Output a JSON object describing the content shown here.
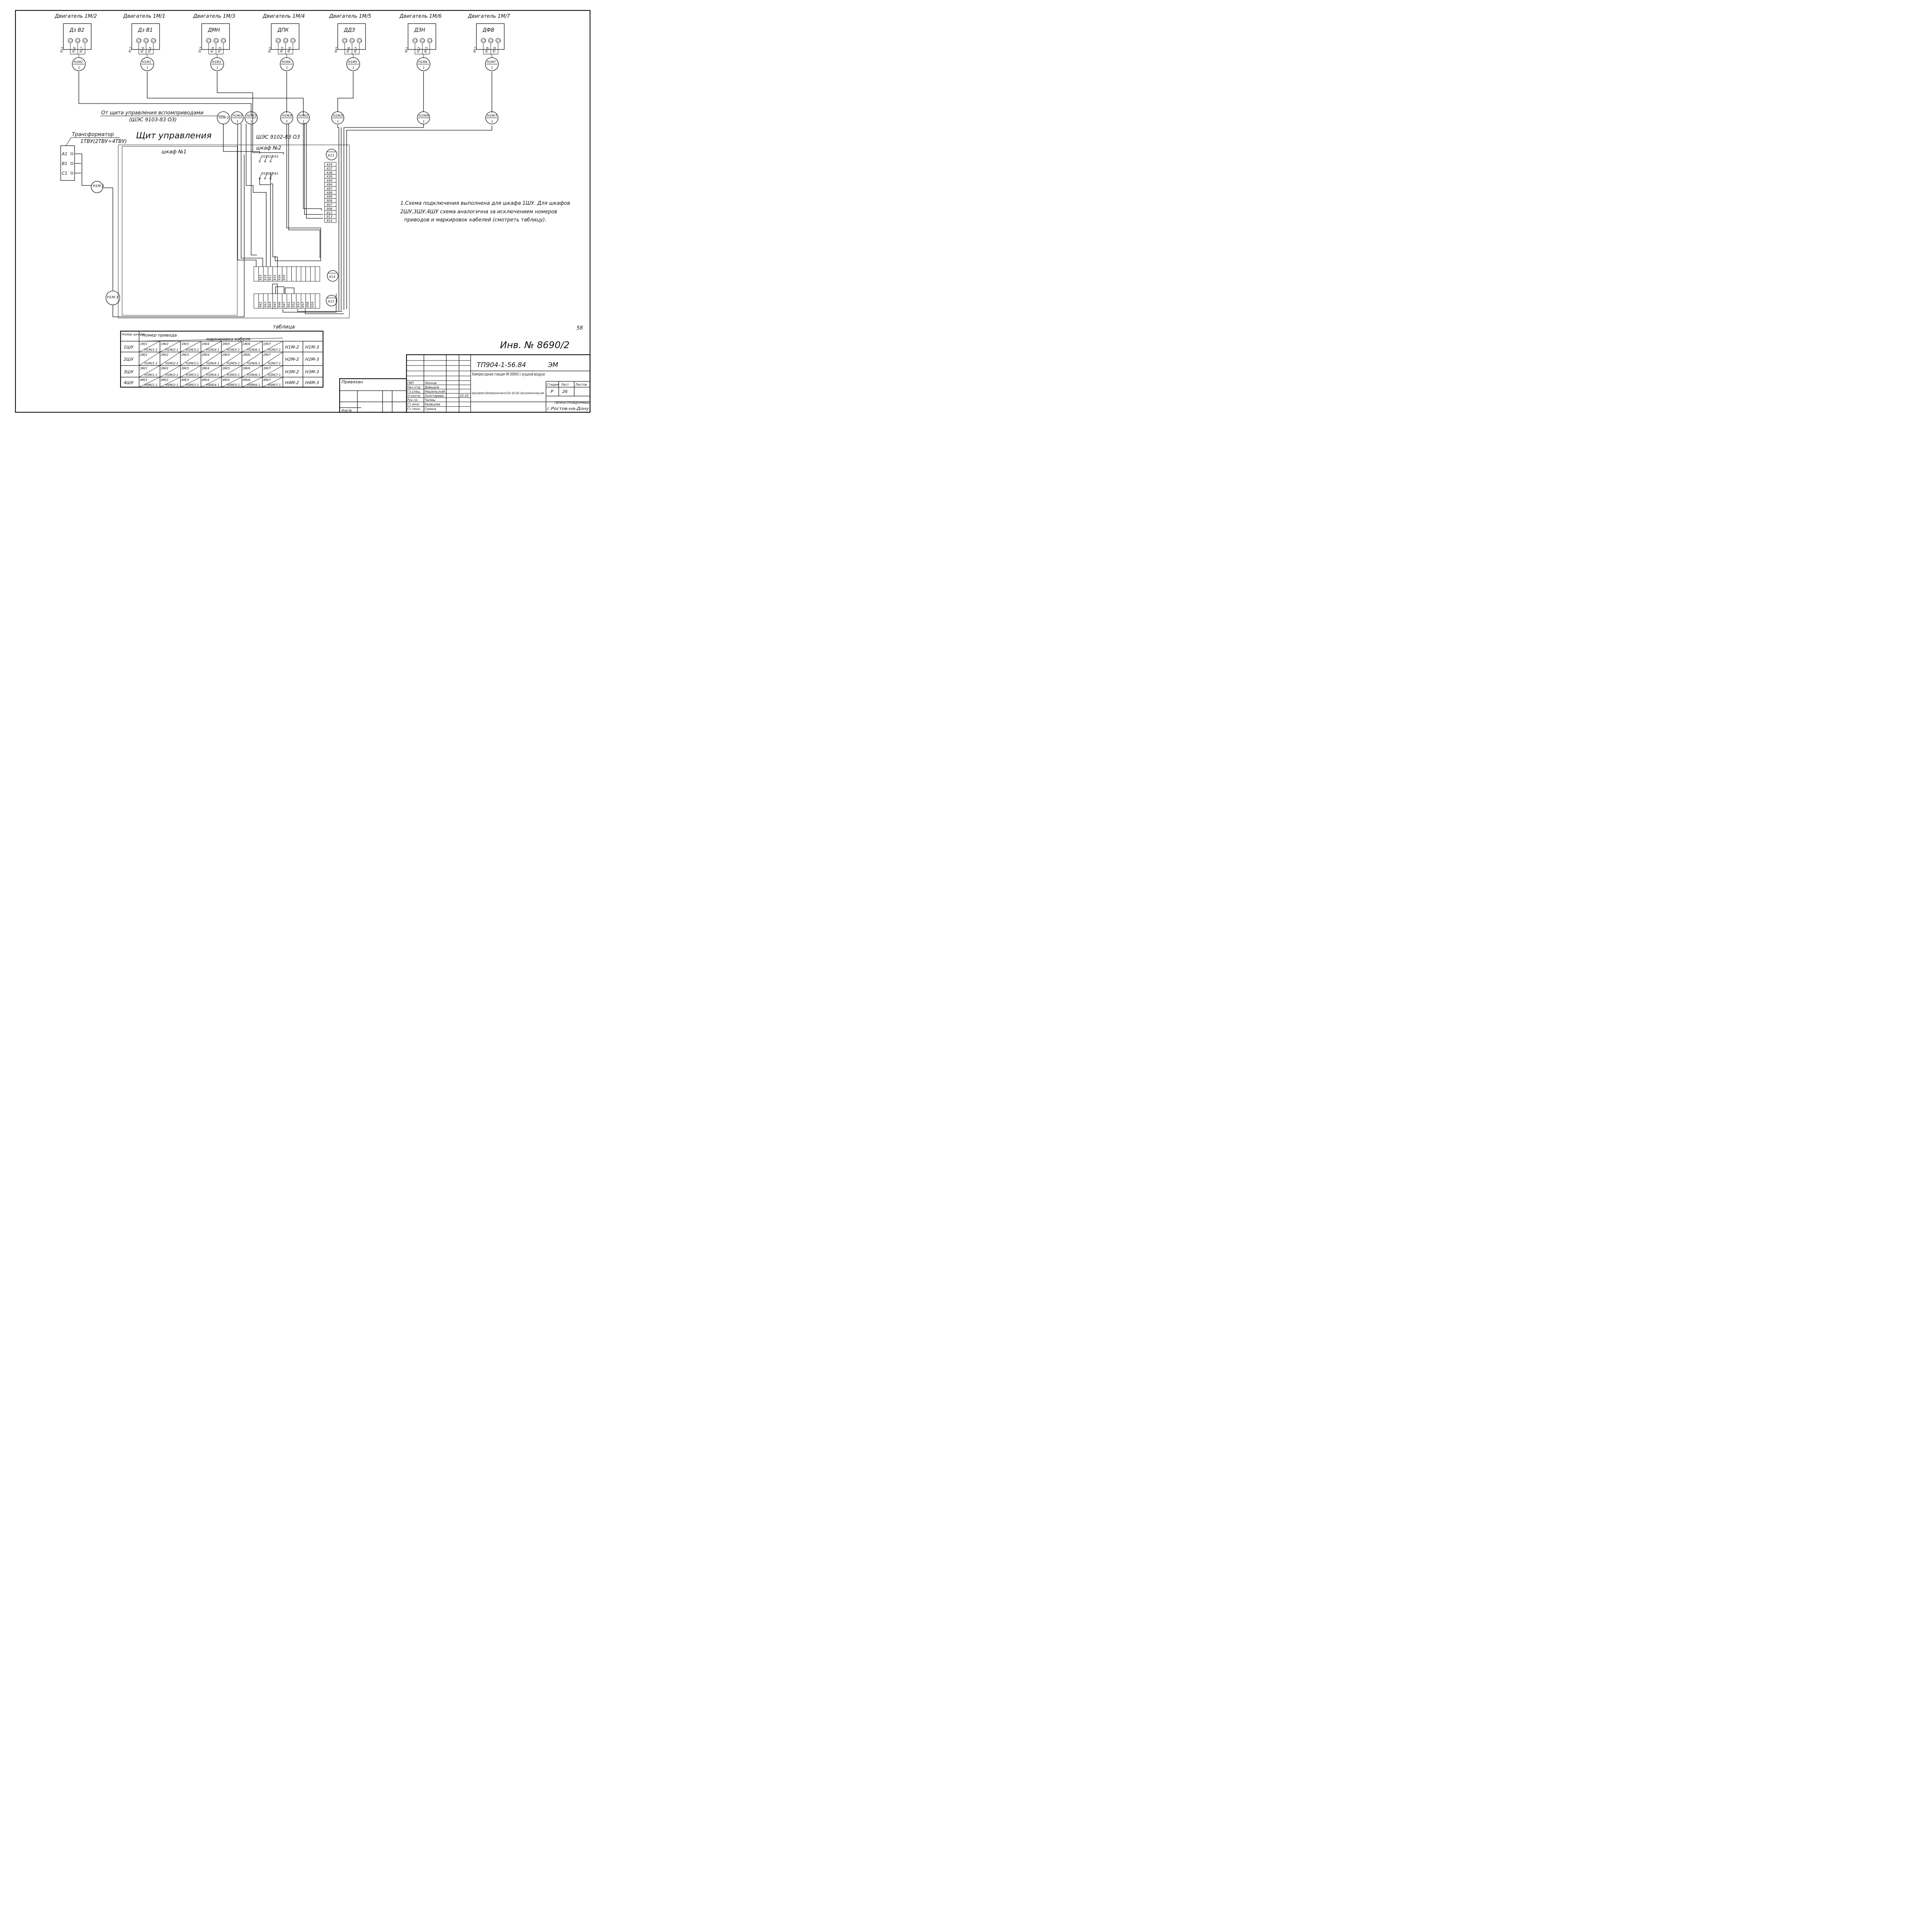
{
  "motors": [
    {
      "title": "Двигатель 1М/2",
      "name": "Дз В2",
      "wires": [
        "915",
        "916",
        "917"
      ],
      "cable": "Н1М2 / 1"
    },
    {
      "title": "Двигатель 1М/1",
      "name": "Дз В1",
      "wires": [
        "912",
        "914",
        "914"
      ],
      "cable": "Н1М1 / 1"
    },
    {
      "title": "Двигатель 1М/3",
      "name": "ДМН",
      "wires": [
        "933",
        "934",
        "935"
      ],
      "cable": "Н1М3 / 1"
    },
    {
      "title": "Двигатель 1М/4",
      "name": "ДПК",
      "wires": [
        "942",
        "943",
        "944"
      ],
      "cable": "Н1М4 / 1"
    },
    {
      "title": "Двигатель 1М/5",
      "name": "ДДЗ",
      "wires": [
        "945",
        "946",
        "947"
      ],
      "cable": "Н1М5 / 1"
    },
    {
      "title": "Двигатель 1М/6",
      "name": "ДЗН",
      "wires": [
        "951",
        "952",
        "953"
      ],
      "cable": "Н1М6 / 1"
    },
    {
      "title": "Двигатель 1М/7",
      "name": "ДФВ",
      "wires": [
        "957",
        "958",
        "959"
      ],
      "cable": "Н1М7 / 1"
    }
  ],
  "terminal_symbols": [
    "С1",
    "С2",
    "С3"
  ],
  "incoming": {
    "label": "От щита управления вспомприводами",
    "sublabel": "(ШЭС 9103-83 ОЗ)",
    "cables": [
      "Н1М-2",
      "Н1М/2 / 1",
      "Н1М/3 / 1",
      "Н1М/4 / 1",
      "Н1М/1 / 1",
      "Н1М/5 / 1",
      "Н1М/6 / 1",
      "Н1М/7 / 1"
    ]
  },
  "transformer": {
    "label": "Трансформатор",
    "sublabel": "1ТВУ(2ТВУ÷4ТВУ)",
    "phases": [
      "А1",
      "В1",
      "С1"
    ],
    "cable": "Н1М-3"
  },
  "panel": {
    "title": "Щит управления",
    "code": "ШЭС 9102-83 ОЗ",
    "cabinet1": "шкаф №1",
    "cabinet2": "шкаф №2",
    "relays": [
      "К13",
      "К14",
      "К15"
    ],
    "contacts_top": [
      "П31",
      "П32",
      "П33"
    ],
    "contacts_bottom": [
      "П41",
      "П42",
      "П43"
    ],
    "terminals_right": [
      "434",
      "437",
      "438",
      "439",
      "440",
      "494",
      "497",
      "498",
      "499",
      "906",
      "907",
      "906",
      "912",
      "913",
      "914"
    ],
    "terminals_row1": [
      "915",
      "916",
      "911",
      "933",
      "934",
      "935"
    ],
    "terminals_row2": [
      "942",
      "943",
      "944",
      "945",
      "946",
      "947",
      "951",
      "952",
      "953",
      "957",
      "958",
      "959"
    ],
    "cable_bottom": "Н1М-3"
  },
  "note": [
    "1.Схема подключения выполнена для шкафа 1ШУ. Для шкафов",
    "2ШУ,3ШУ,4ШУ схема аналогична за исключением номеров",
    "приводов и маркировок кабелей (смотреть таблицу)."
  ],
  "table": {
    "caption": "таблица",
    "head_col": "Номер шкафа",
    "head_drive": "Номер привода",
    "head_cable": "маркировка кабеля",
    "rows": [
      {
        "cab": "1ШУ",
        "cells": [
          [
            "1М/1",
            "Н1М/1-1"
          ],
          [
            "1М/2",
            "Н1М/2-1"
          ],
          [
            "1М/3",
            "Н1М/3-1"
          ],
          [
            "1М/4",
            "Н1М/4-1"
          ],
          [
            "1М/5",
            "Н1М/5-1"
          ],
          [
            "1М/6",
            "Н1М/6-1"
          ],
          [
            "1М/7",
            "Н1М/7-1"
          ]
        ],
        "c1": "Н1М-2",
        "c2": "Н1М-3"
      },
      {
        "cab": "2ШУ",
        "cells": [
          [
            "2М/1",
            "Н2М/1-1"
          ],
          [
            "2М/2",
            "Н2М/2-1"
          ],
          [
            "2М/3",
            "Н2М/3-1"
          ],
          [
            "2М/4",
            "Н2М/4-1"
          ],
          [
            "2М/5",
            "Н2М/5-1"
          ],
          [
            "2М/6",
            "Н2М/6-1"
          ],
          [
            "2М/7",
            "Н2М/7-1"
          ]
        ],
        "c1": "Н2М-2",
        "c2": "Н2М-3"
      },
      {
        "cab": "3ШУ",
        "cells": [
          [
            "3М/1",
            "Н3М/1-1"
          ],
          [
            "3М/2",
            "Н3М/2-1"
          ],
          [
            "3М/3",
            "Н3М/3-1"
          ],
          [
            "3М/4",
            "Н3М/4-1"
          ],
          [
            "3М/5",
            "Н3М/5-1"
          ],
          [
            "3М/6",
            "Н3М/6-1"
          ],
          [
            "3М/7",
            "Н3М/7-1"
          ]
        ],
        "c1": "Н3М-2",
        "c2": "Н3М-3"
      },
      {
        "cab": "4ШУ",
        "cells": [
          [
            "4М/1",
            "Н4М/1-1"
          ],
          [
            "4М/2",
            "Н4М/2-1"
          ],
          [
            "4М/3",
            "Н4М/3-1"
          ],
          [
            "4М/4",
            "Н4М/4-1"
          ],
          [
            "4М/5",
            "Н4М/5-1"
          ],
          [
            "4М/6",
            "Н4М/6-1"
          ],
          [
            "4М/7",
            "Н4М/7-1"
          ]
        ],
        "c1": "Н4М-2",
        "c2": "Н4М-3"
      }
    ]
  },
  "page_number": "58",
  "inventory": "Инв. № 8690/2",
  "title_block": {
    "code": "ТП904-1-56.84",
    "mark": "ЭМ",
    "project": "Компрессорная станция ЧК-500НО с осушкой воздуха",
    "sheet_title": "Шкаф управления турбокомпрессорным агрегатом (1ШУ÷ 3ШУ, 4ШУ). Схема подключения силовых цепей.",
    "stage_label": "Стадия",
    "sheet_label": "Лист",
    "sheets_label": "Листов",
    "stage": "Р",
    "sheet": "26",
    "org": "ГИПРОСТРОЙДОРМАШ",
    "city": "г.Ростов-на-Дону",
    "bound_label": "Привязан",
    "inv_label": "Инв №",
    "roles": [
      "ГИП",
      "Нач.отд.",
      "Гл.спец.",
      "Н.контр.",
      "Рук.гр.",
      "Ст.инж.",
      "Ст.техн."
    ],
    "names": [
      "Леонов",
      "Давыдов",
      "Нашельский",
      "Золотарева",
      "Чалмы",
      "Кравцова",
      "Гурина"
    ],
    "date": "25.05"
  }
}
